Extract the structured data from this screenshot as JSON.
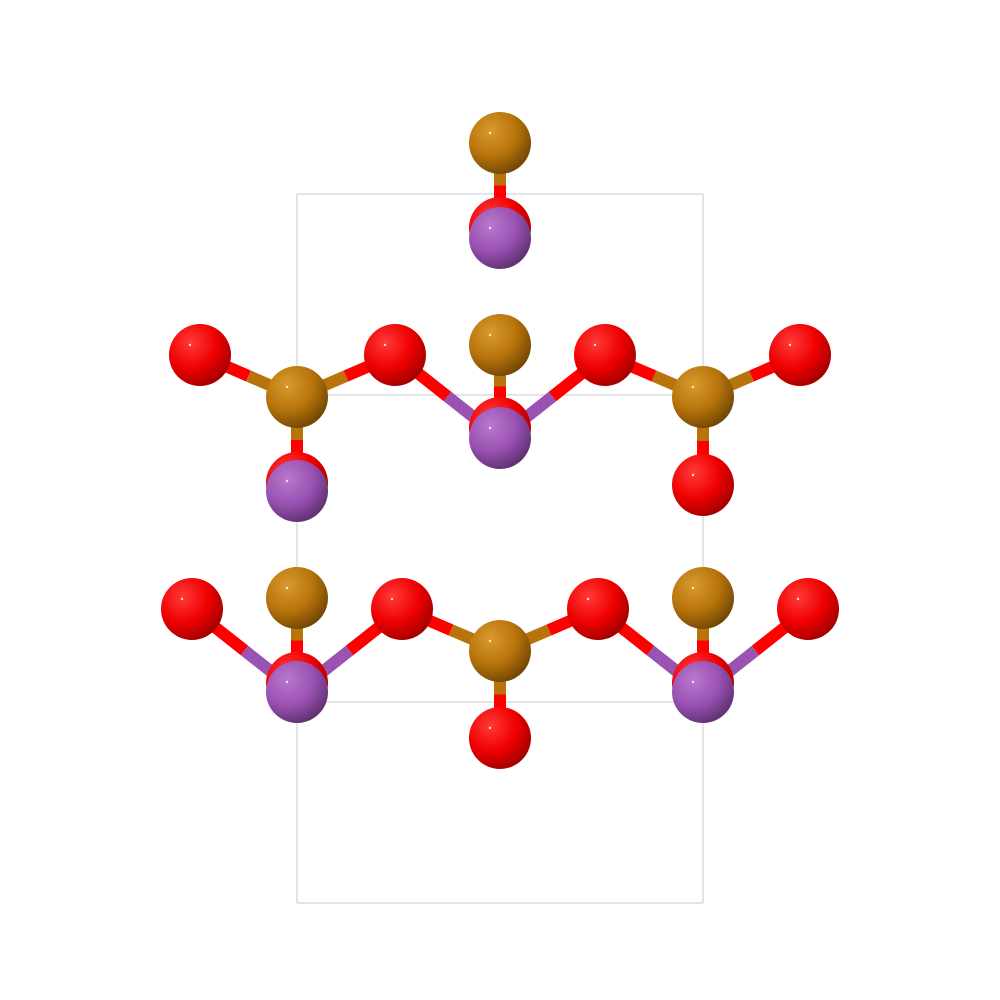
{
  "colors": {
    "background": "#ffffff",
    "cell_line": "#c8c8c8",
    "gold_atom": "#b8740a",
    "purple_atom": "#9a52b3",
    "red_atom": "#ff0000"
  },
  "atom_types": [
    "gold",
    "purple",
    "red"
  ]
}
